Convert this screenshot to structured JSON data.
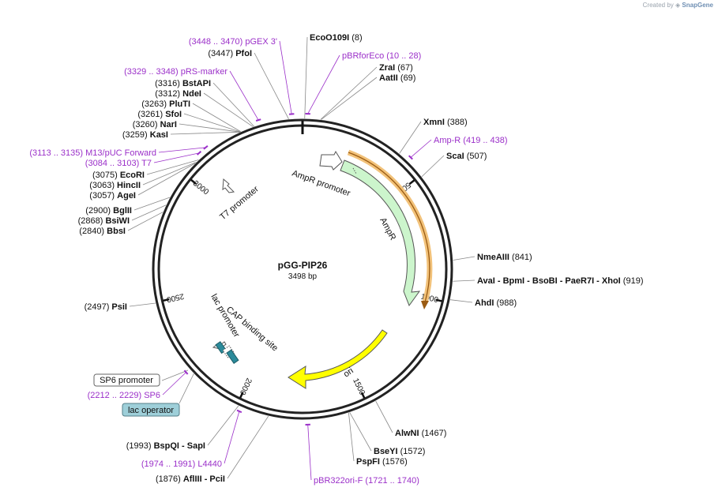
{
  "watermark": {
    "prefix": "Created by",
    "brand": "SnapGene"
  },
  "map": {
    "name": "pGG-PIP26",
    "length_label": "3498 bp",
    "length": 3498,
    "ticks": [
      {
        "pos": 500,
        "label": "500"
      },
      {
        "pos": 1000,
        "label": "1000"
      },
      {
        "pos": 1500,
        "label": "1500"
      },
      {
        "pos": 2000,
        "label": "2000"
      },
      {
        "pos": 2500,
        "label": "2500"
      },
      {
        "pos": 3000,
        "label": "3000"
      }
    ]
  },
  "sites": [
    {
      "name": "EcoO109I",
      "pos": "(8)",
      "coord": 8,
      "side": "right",
      "pos_first": false
    },
    {
      "name": "ZraI",
      "pos": "(67)",
      "coord": 67,
      "side": "right",
      "pos_first": false
    },
    {
      "name": "AatII",
      "pos": "(69)",
      "coord": 69,
      "side": "right",
      "pos_first": false
    },
    {
      "name": "XmnI",
      "pos": "(388)",
      "coord": 388,
      "side": "right",
      "pos_first": false
    },
    {
      "name": "ScaI",
      "pos": "(507)",
      "coord": 507,
      "side": "right",
      "pos_first": false
    },
    {
      "name": "NmeAIII",
      "pos": "(841)",
      "coord": 841,
      "side": "right",
      "pos_first": false
    },
    {
      "name": "AvaI  - BpmI  - BsoBI  - PaeR7I  - XhoI",
      "pos": "(919)",
      "coord": 919,
      "side": "right",
      "pos_first": false
    },
    {
      "name": "AhdI",
      "pos": "(988)",
      "coord": 988,
      "side": "right",
      "pos_first": false
    },
    {
      "name": "AlwNI",
      "pos": "(1467)",
      "coord": 1467,
      "side": "right",
      "pos_first": false
    },
    {
      "name": "BseYI",
      "pos": "(1572)",
      "coord": 1572,
      "side": "right",
      "pos_first": false
    },
    {
      "name": "PspFI",
      "pos": "(1576)",
      "coord": 1576,
      "side": "right",
      "pos_first": false
    },
    {
      "name": "AflIII  - PciI",
      "pos": "(1876)",
      "coord": 1876,
      "side": "left",
      "pos_first": true
    },
    {
      "name": "BspQI  - SapI",
      "pos": "(1993)",
      "coord": 1993,
      "side": "left",
      "pos_first": true
    },
    {
      "name": "PsiI",
      "pos": "(2497)",
      "coord": 2497,
      "side": "left",
      "pos_first": true
    },
    {
      "name": "BbsI",
      "pos": "(2840)",
      "coord": 2840,
      "side": "left",
      "pos_first": true
    },
    {
      "name": "BsiWI",
      "pos": "(2868)",
      "coord": 2868,
      "side": "left",
      "pos_first": true
    },
    {
      "name": "BglII",
      "pos": "(2900)",
      "coord": 2900,
      "side": "left",
      "pos_first": true
    },
    {
      "name": "AgeI",
      "pos": "(3057)",
      "coord": 3057,
      "side": "left",
      "pos_first": true
    },
    {
      "name": "HincII",
      "pos": "(3063)",
      "coord": 3063,
      "side": "left",
      "pos_first": true
    },
    {
      "name": "EcoRI",
      "pos": "(3075)",
      "coord": 3075,
      "side": "left",
      "pos_first": true
    },
    {
      "name": "KasI",
      "pos": "(3259)",
      "coord": 3259,
      "side": "left",
      "pos_first": true
    },
    {
      "name": "NarI",
      "pos": "(3260)",
      "coord": 3260,
      "side": "left",
      "pos_first": true
    },
    {
      "name": "SfoI",
      "pos": "(3261)",
      "coord": 3261,
      "side": "left",
      "pos_first": true
    },
    {
      "name": "PluTI",
      "pos": "(3263)",
      "coord": 3263,
      "side": "left",
      "pos_first": true
    },
    {
      "name": "NdeI",
      "pos": "(3312)",
      "coord": 3312,
      "side": "left",
      "pos_first": true
    },
    {
      "name": "BstAPI",
      "pos": "(3316)",
      "coord": 3316,
      "side": "left",
      "pos_first": true
    },
    {
      "name": "PfoI",
      "pos": "(3447)",
      "coord": 3447,
      "side": "left",
      "pos_first": true
    }
  ],
  "primers": [
    {
      "name": "pGEX 3'",
      "range": "(3448 .. 3470)",
      "side": "left",
      "range_first": true
    },
    {
      "name": "pBRforEco",
      "range": "(10 .. 28)",
      "side": "right",
      "range_first": false
    },
    {
      "name": "pRS-marker",
      "range": "(3329 .. 3348)",
      "side": "left",
      "range_first": true
    },
    {
      "name": "Amp-R",
      "range": "(419 .. 438)",
      "side": "right",
      "range_first": false
    },
    {
      "name": "M13/pUC Forward",
      "range": "(3113 .. 3135)",
      "side": "left",
      "range_first": true
    },
    {
      "name": "T7",
      "range": "(3084 .. 3103)",
      "side": "left",
      "range_first": true
    },
    {
      "name": "SP6",
      "range": "(2212 .. 2229)",
      "side": "left",
      "range_first": true
    },
    {
      "name": "L4440",
      "range": "(1974 .. 1991)",
      "side": "left",
      "range_first": true
    },
    {
      "name": "pBR322ori-F",
      "range": "(1721 .. 1740)",
      "side": "left",
      "range_first": false
    }
  ],
  "features": {
    "ampr_promoter": "AmpR promoter",
    "ampr": "AmpR",
    "ori": "ori",
    "t7_promoter": "T7 promoter",
    "cap_site": "CAP binding site",
    "lac_promoter": "lac promoter",
    "sp6_promoter": "SP6 promoter",
    "lac_operator": "lac operator"
  },
  "colors": {
    "backbone": "#222222",
    "ampr_fill": "#ccf5cc",
    "ori_fill": "#ffff00",
    "orf_highlight": "#f2c27a",
    "orf_stroke": "#9a5b12",
    "primer": "#9b30c9",
    "operator_fill": "#9ecfd9",
    "cap_fill": "#2b8a9a"
  }
}
